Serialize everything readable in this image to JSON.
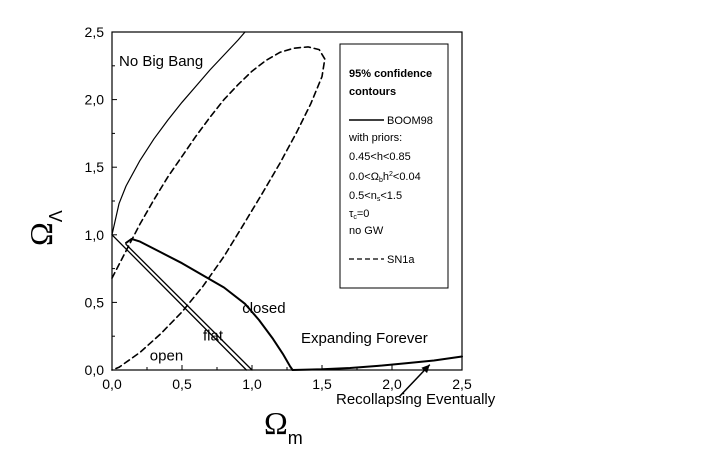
{
  "chart_data": {
    "type": "line",
    "xlim": [
      0,
      2.5
    ],
    "ylim": [
      0,
      2.5
    ],
    "xticks": [
      "0,0",
      "0,5",
      "1,0",
      "1,5",
      "2,0",
      "2,5"
    ],
    "yticks": [
      "0,0",
      "0,5",
      "1,0",
      "1,5",
      "2,0",
      "2,5"
    ],
    "xlabel": {
      "main": "Ω",
      "sub": "m"
    },
    "ylabel": {
      "main": "Ω",
      "sub": "Λ"
    },
    "grid": false,
    "legend_position": "top-right",
    "legend": {
      "title": [
        "95% confidence",
        "contours"
      ],
      "entries": [
        {
          "style": "solid",
          "label": "BOOM98"
        },
        {
          "style": "dashed",
          "label": "SN1a"
        }
      ],
      "priors": {
        "l1": "with priors:",
        "l2": "0.45<h<0.85",
        "l3_pre": "0.0<Ω",
        "l3_sub1": "b",
        "l3_mid": "h",
        "l3_sup": "2",
        "l3_post": "<0.04",
        "l4_pre": "0.5<n",
        "l4_sub": "s",
        "l4_post": "<1.5",
        "l5_pre": "τ",
        "l5_sub": "c",
        "l5_post": "=0",
        "l6": "no GW"
      }
    },
    "annotations": [
      {
        "text": "No Big Bang",
        "x": 0.05,
        "y": 2.25
      },
      {
        "text": "closed",
        "x": 0.93,
        "y": 0.42
      },
      {
        "text": "flat",
        "x": 0.65,
        "y": 0.22
      },
      {
        "text": "open",
        "x": 0.27,
        "y": 0.07
      },
      {
        "text": "Expanding Forever",
        "x": 1.35,
        "y": 0.2
      },
      {
        "text": "Recollapsing Eventually",
        "x": 1.6,
        "y": -0.25
      }
    ],
    "series": [
      {
        "style": "solid-thin",
        "values": [
          [
            0,
            1.0
          ],
          [
            0.05,
            1.23
          ],
          [
            0.1,
            1.36
          ],
          [
            0.2,
            1.55
          ],
          [
            0.3,
            1.71
          ],
          [
            0.4,
            1.85
          ],
          [
            0.5,
            1.98
          ],
          [
            0.6,
            2.1
          ],
          [
            0.7,
            2.22
          ],
          [
            0.8,
            2.33
          ],
          [
            0.9,
            2.44
          ],
          [
            0.95,
            2.5
          ]
        ]
      },
      {
        "style": "dashed",
        "values": [
          [
            0.0,
            0.68
          ],
          [
            0.1,
            0.88
          ],
          [
            0.2,
            1.08
          ],
          [
            0.3,
            1.26
          ],
          [
            0.4,
            1.43
          ],
          [
            0.5,
            1.58
          ],
          [
            0.6,
            1.73
          ],
          [
            0.7,
            1.87
          ],
          [
            0.8,
            2.0
          ],
          [
            0.9,
            2.11
          ],
          [
            1.0,
            2.21
          ],
          [
            1.1,
            2.29
          ],
          [
            1.2,
            2.35
          ],
          [
            1.3,
            2.38
          ],
          [
            1.4,
            2.39
          ],
          [
            1.48,
            2.37
          ],
          [
            1.52,
            2.3
          ],
          [
            1.5,
            2.17
          ],
          [
            1.42,
            1.97
          ],
          [
            1.32,
            1.76
          ],
          [
            1.2,
            1.53
          ],
          [
            1.07,
            1.3
          ],
          [
            0.93,
            1.06
          ],
          [
            0.8,
            0.84
          ],
          [
            0.65,
            0.62
          ],
          [
            0.5,
            0.43
          ],
          [
            0.35,
            0.27
          ],
          [
            0.2,
            0.13
          ],
          [
            0.05,
            0.02
          ],
          [
            0.0,
            0.0
          ]
        ]
      },
      {
        "style": "solid-thick",
        "values": [
          [
            0.1,
            0.94
          ],
          [
            0.14,
            0.97
          ],
          [
            0.2,
            0.95
          ],
          [
            0.35,
            0.87
          ],
          [
            0.5,
            0.79
          ],
          [
            0.65,
            0.7
          ],
          [
            0.8,
            0.61
          ],
          [
            0.95,
            0.49
          ],
          [
            1.05,
            0.37
          ],
          [
            1.15,
            0.23
          ],
          [
            1.22,
            0.12
          ],
          [
            1.27,
            0.03
          ],
          [
            1.29,
            0.0
          ]
        ]
      },
      {
        "style": "solid",
        "values": [
          [
            0.0,
            1.0
          ],
          [
            0.96,
            0.0
          ]
        ]
      },
      {
        "style": "solid",
        "values": [
          [
            0.1,
            0.93
          ],
          [
            1.0,
            0.0
          ]
        ]
      },
      {
        "style": "solid-thick",
        "values": [
          [
            1.29,
            0.0
          ],
          [
            1.5,
            0.005
          ],
          [
            1.7,
            0.015
          ],
          [
            1.9,
            0.03
          ],
          [
            2.1,
            0.05
          ],
          [
            2.3,
            0.07
          ],
          [
            2.5,
            0.1
          ]
        ]
      }
    ],
    "arrow": {
      "from": [
        2.05,
        -0.2
      ],
      "to": [
        2.27,
        0.04
      ]
    }
  }
}
